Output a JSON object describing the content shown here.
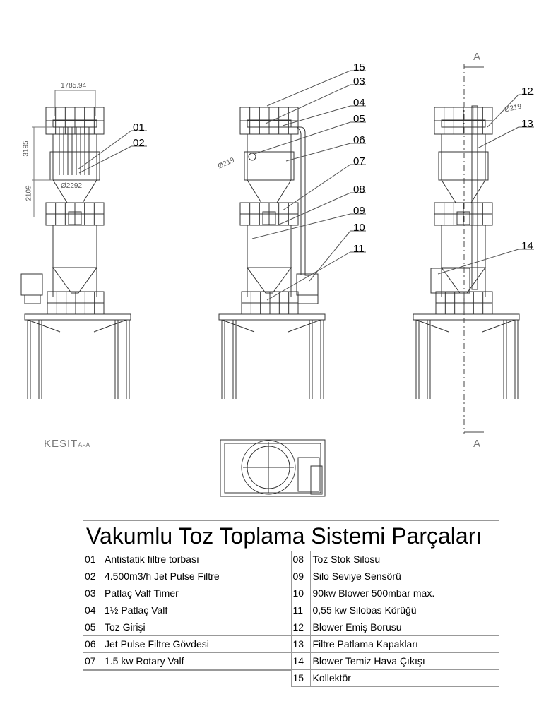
{
  "drawing": {
    "callouts": {
      "n01": "01",
      "n02": "02",
      "n03": "03",
      "n04": "04",
      "n05": "05",
      "n06": "06",
      "n07": "07",
      "n08": "08",
      "n09": "09",
      "n10": "10",
      "n11": "11",
      "n12": "12",
      "n13": "13",
      "n14": "14",
      "n15": "15"
    },
    "dimensions": {
      "width": "1785.94",
      "filter_height": "3195",
      "cone_height": "2109",
      "diameter_left": "Ø2292",
      "diameter_inlet": "Ø219",
      "diameter_pipe": "Ø219"
    },
    "section_marker": "A",
    "section_label": "KESIT",
    "section_suffix": "A-A"
  },
  "table": {
    "title": "Vakumlu Toz Toplama Sistemi Parçaları",
    "left": [
      {
        "no": "01",
        "text": "Antistatik filtre torbası"
      },
      {
        "no": "02",
        "text": "4.500m3/h Jet Pulse Filtre"
      },
      {
        "no": "03",
        "text": "Patlaç Valf Timer"
      },
      {
        "no": "04",
        "text": "1½ Patlaç Valf"
      },
      {
        "no": "05",
        "text": "Toz Girişi"
      },
      {
        "no": "06",
        "text": "Jet Pulse Filtre Gövdesi"
      },
      {
        "no": "07",
        "text": "1.5 kw Rotary Valf"
      }
    ],
    "right": [
      {
        "no": "08",
        "text": "Toz Stok Silosu"
      },
      {
        "no": "09",
        "text": "Silo Seviye Sensörü"
      },
      {
        "no": "10",
        "text": "90kw Blower 500mbar max."
      },
      {
        "no": "11",
        "text": "0,55 kw Silobas Körüğü"
      },
      {
        "no": "12",
        "text": "Blower Emiş Borusu"
      },
      {
        "no": "13",
        "text": "Filtre Patlama Kapakları"
      },
      {
        "no": "14",
        "text": "Blower Temiz Hava Çıkışı"
      },
      {
        "no": "15",
        "text": "Kollektör"
      }
    ]
  }
}
